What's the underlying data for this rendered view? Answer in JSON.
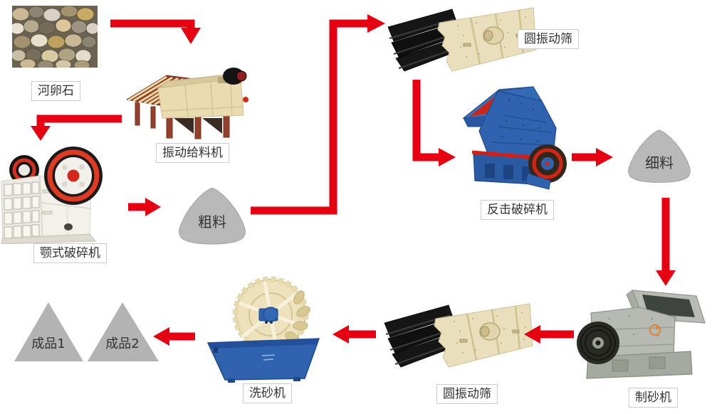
{
  "diagram": {
    "kind": "sand-production-line-flowchart",
    "colors": {
      "arrow": "#e60012",
      "pile_fill": "#b9b9b9",
      "product_triangle_fill": "#b3b3b3",
      "label_border": "#cccccc",
      "label_text": "#333333"
    },
    "nodes": {
      "pebbles": {
        "label": "河卵石"
      },
      "feeder": {
        "label": "振动给料机"
      },
      "jaw_crusher": {
        "label": "颚式破碎机"
      },
      "coarse_pile": {
        "label": "粗料"
      },
      "screen_top": {
        "label": "圆振动筛"
      },
      "impact_crusher": {
        "label": "反击破碎机"
      },
      "fine_pile": {
        "label": "细料"
      },
      "sand_maker": {
        "label": "制砂机"
      },
      "screen_bottom": {
        "label": "圆振动筛"
      },
      "sand_washer": {
        "label": "洗砂机"
      },
      "product1": {
        "label": "成品1"
      },
      "product2": {
        "label": "成品2"
      }
    },
    "flow": [
      {
        "from": "pebbles",
        "to": "feeder"
      },
      {
        "from": "feeder",
        "to": "jaw_crusher"
      },
      {
        "from": "jaw_crusher",
        "to": "coarse_pile"
      },
      {
        "from": "coarse_pile",
        "to": "screen_top"
      },
      {
        "from": "screen_top",
        "to": "impact_crusher"
      },
      {
        "from": "impact_crusher",
        "to": "fine_pile"
      },
      {
        "from": "fine_pile",
        "to": "sand_maker"
      },
      {
        "from": "sand_maker",
        "to": "screen_bottom"
      },
      {
        "from": "screen_bottom",
        "to": "sand_washer"
      },
      {
        "from": "sand_washer",
        "to": "product2"
      }
    ]
  }
}
